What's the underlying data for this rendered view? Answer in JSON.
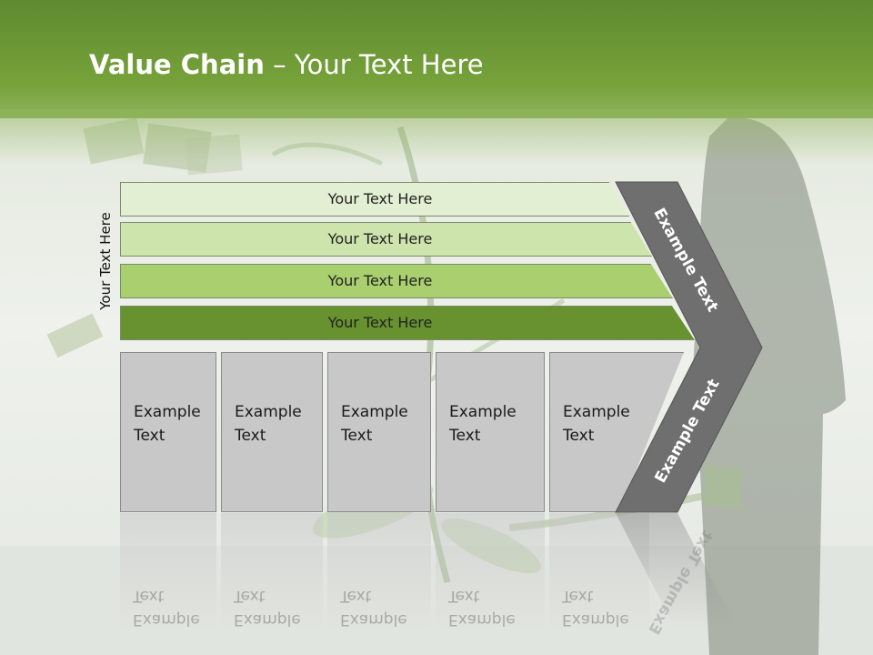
{
  "title": {
    "bold": "Value Chain",
    "rest": " – Your Text Here"
  },
  "side_label": "Your Text Here",
  "bars": [
    {
      "label": "Your Text Here"
    },
    {
      "label": "Your Text Here"
    },
    {
      "label": "Your Text Here"
    },
    {
      "label": "Your Text Here"
    }
  ],
  "boxes": [
    {
      "label": "Example\nText"
    },
    {
      "label": "Example\nText"
    },
    {
      "label": "Example\nText"
    },
    {
      "label": "Example\nText"
    },
    {
      "label": "Example\nText"
    }
  ],
  "chevron": {
    "upper": "Example Text",
    "lower": "Example Text"
  },
  "colors": {
    "title_green": "#6a9633",
    "bar_light": "#e2efd2",
    "bar_mid": "#cde4ac",
    "bar_green": "#a9cf6e",
    "bar_dark": "#67922f",
    "box_gray": "#c8c8c8",
    "chevron_gray": "#6f6f6f"
  }
}
